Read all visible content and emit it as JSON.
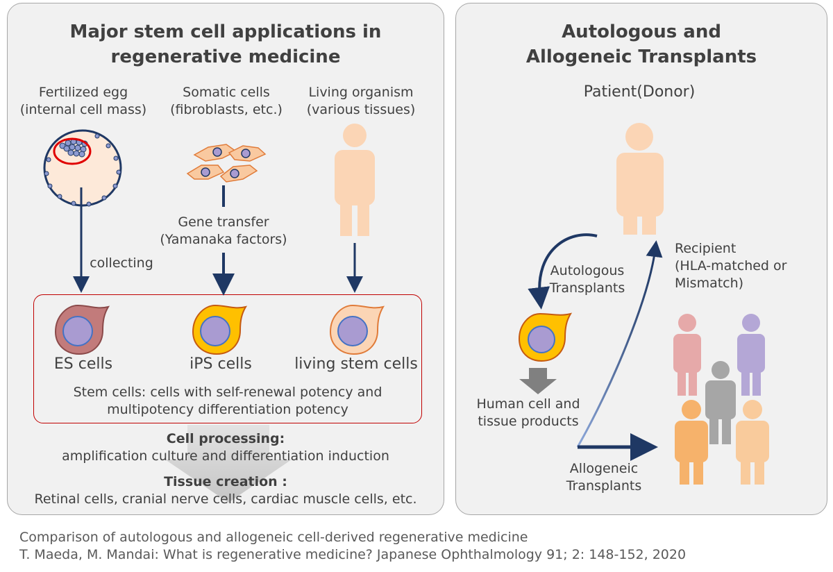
{
  "left_panel": {
    "title_line1": "Major stem cell applications in",
    "title_line2": "regenerative medicine",
    "sources": [
      {
        "line1": "Fertilized egg",
        "line2": "(internal cell mass)"
      },
      {
        "line1": "Somatic cells",
        "line2": "(fibroblasts, etc.)"
      },
      {
        "line1": "Living organism",
        "line2": "(various tissues)"
      }
    ],
    "collecting_label": "collecting",
    "gene_transfer_line1": "Gene transfer",
    "gene_transfer_line2": "(Yamanaka factors)",
    "cells": [
      "ES cells",
      "iPS cells",
      "living stem cells"
    ],
    "stem_def_line1": "Stem cells: cells with self-renewal potency and",
    "stem_def_line2": "multipotency differentiation potency",
    "processing_title": "Cell processing:",
    "processing_text": "amplification culture and differentiation induction",
    "tissue_title": "Tissue creation :",
    "tissue_text": "Retinal cells, cranial nerve cells, cardiac muscle cells, etc."
  },
  "right_panel": {
    "title_line1": "Autologous and",
    "title_line2": "Allogeneic Transplants",
    "patient_label": "Patient(Donor)",
    "recipient_line1": "Recipient",
    "recipient_line2": "(HLA-matched or",
    "recipient_line3": "Mismatch)",
    "autologous_line1": "Autologous",
    "autologous_line2": "Transplants",
    "products_line1": "Human cell and",
    "products_line2": "tissue products",
    "allogeneic_line1": "Allogeneic",
    "allogeneic_line2": "Transplants"
  },
  "caption": {
    "line1": "Comparison of autologous and allogeneic cell-derived regenerative medicine",
    "line2": "T. Maeda, M. Mandai: What is regenerative medicine? Japanese Ophthalmology 91; 2: 148-152, 2020"
  },
  "colors": {
    "panel_bg": "#f1f1f1",
    "arrow_navy": "#1f3864",
    "stem_box_border": "#c00000",
    "person_peach": "#fbd5b5",
    "person_pink": "#e6a9a9",
    "person_lavender": "#b4a7d6",
    "person_gray": "#a6a6a6",
    "person_orange": "#f6b26b",
    "es_cell": "#c27b7b",
    "ips_cell": "#ffc000",
    "nucleus": "#a99bd1"
  }
}
